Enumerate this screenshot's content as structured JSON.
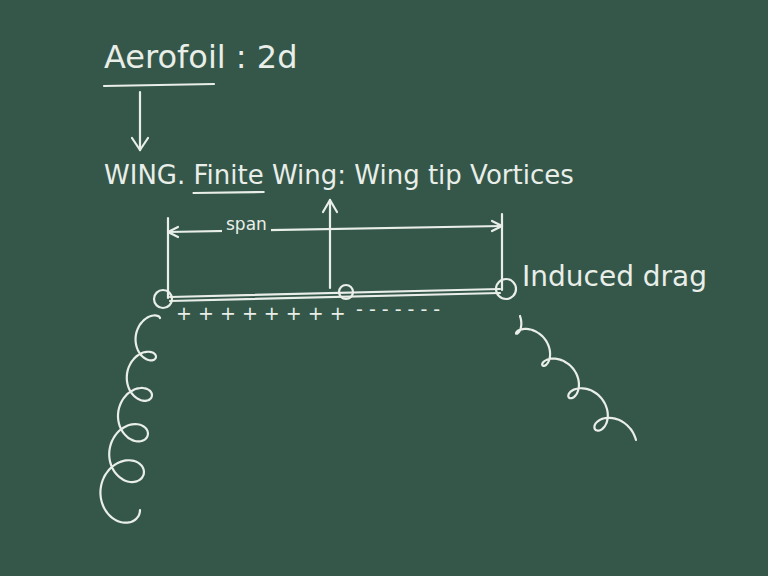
{
  "diagram": {
    "labels": [
      "Aerofoil : 2d",
      "WING. Finite Wing: Wing tip Vortices",
      "span",
      "+ + + + + + + +",
      "- - - - - - -",
      "Induced drag"
    ]
  }
}
